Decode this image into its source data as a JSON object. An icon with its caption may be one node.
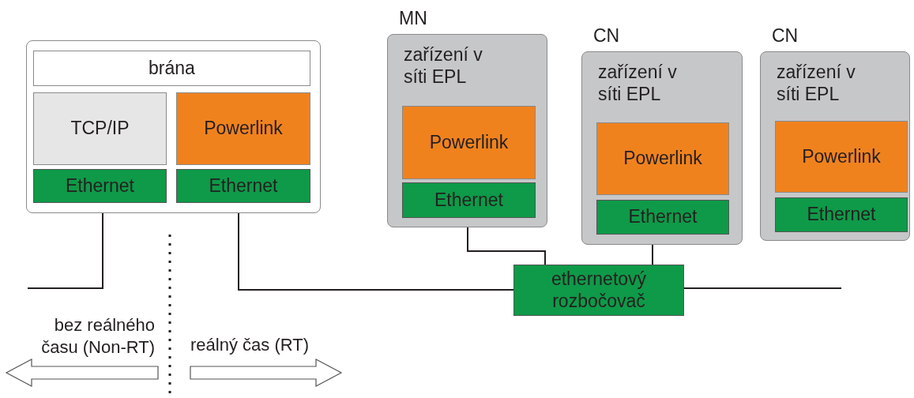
{
  "diagram": {
    "nodes": [
      {
        "text": [],
        "shape": "box"
      },
      {
        "text": [
          "brána"
        ],
        "in": 0
      },
      {
        "text": [
          "TCP/IP"
        ],
        "in": 0
      },
      {
        "text": [
          "Powerlink"
        ],
        "in": 0
      },
      {
        "text": [
          "Ethernet"
        ],
        "in": 0
      },
      {
        "text": [
          "Ethernet"
        ],
        "in": 0
      },
      {
        "text": [
          "MN",
          "zařízení v síti EPL"
        ]
      },
      {
        "text": [
          "Powerlink"
        ],
        "in": 6
      },
      {
        "text": [
          "Ethernet"
        ],
        "in": 6
      },
      {
        "text": [
          "CN",
          "zařízení v síti EPL"
        ]
      },
      {
        "text": [
          "Powerlink"
        ],
        "in": 9
      },
      {
        "text": [
          "Ethernet"
        ],
        "in": 9
      },
      {
        "text": [
          "CN",
          "zařízení v síti EPL"
        ]
      },
      {
        "text": [
          "Powerlink"
        ],
        "in": 12
      },
      {
        "text": [
          "Ethernet"
        ],
        "in": 12
      },
      {
        "text": [
          "ethernetový rozbočovač"
        ]
      }
    ],
    "edges": [
      {
        "from": 4,
        "to": null,
        "arrow": "none"
      },
      {
        "from": 5,
        "to": 15,
        "arrow": "none"
      },
      {
        "from": 8,
        "to": 15,
        "arrow": "none"
      },
      {
        "from": 11,
        "to": 15,
        "arrow": "none"
      },
      {
        "from": 15,
        "to": null,
        "arrow": "none"
      }
    ],
    "labels": [
      "bez reálného času (Non-RT)",
      "reálný čas (RT)"
    ]
  }
}
